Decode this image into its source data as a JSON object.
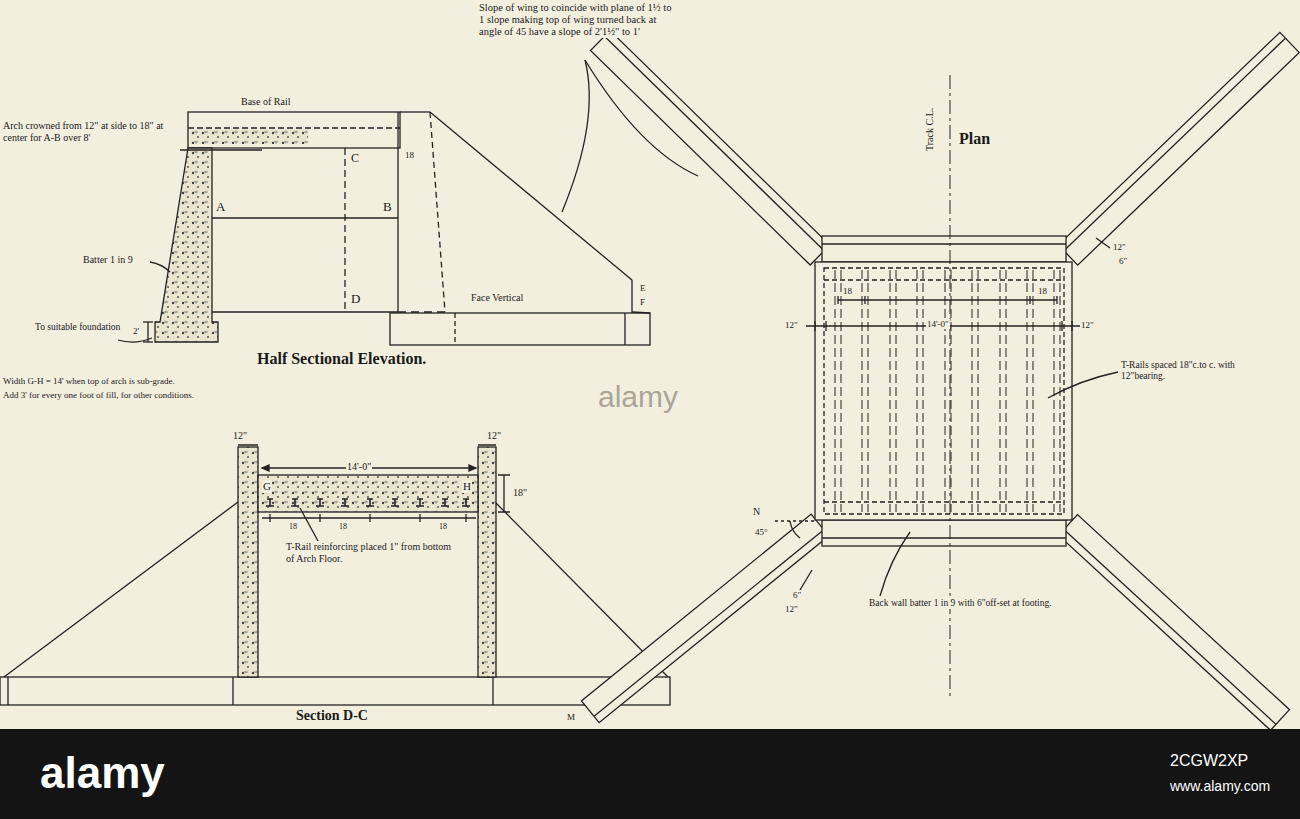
{
  "diagram": {
    "labels": [
      "Slope of wing to coincide with plane of 1½ to 1 slope making top of wing turned back at angle of 45 have a slope of 2'1½\" to 1'",
      "Base of Rail",
      "Arch crowned from 12\" at side to 18\" at center for A-B over 8'",
      "C",
      "18",
      "A",
      "B",
      "Batter 1 in 9",
      "D",
      "E",
      "F",
      "Face Vertical",
      "To suitable foundation",
      "2'",
      "Half Sectional Elevation.",
      "Width G-H = 14' when top of arch is sub-grade.",
      "Add 3' for every one foot of fill, for other conditions.",
      "12\"",
      "12\"",
      "14'-0\"",
      "G",
      "H",
      "18\"",
      "18",
      "18",
      "18",
      "T-Rail reinforcing placed 1\" from bottom of Arch Floor.",
      "Section D-C",
      "Plan",
      "Track C.L.",
      "12\"",
      "6\"",
      "18",
      "18",
      "14'-0\"",
      "12\"",
      "12\"",
      "T-Rails spaced 18\"c.to c. with 12\"bearing.",
      "N",
      "45°",
      "6\"",
      "12\"",
      "Back wall batter 1 in 9 with 6\"off-set at footing.",
      "M",
      "alamy",
      "alamy",
      "2CGW2XP",
      "www.alamy.com"
    ]
  }
}
